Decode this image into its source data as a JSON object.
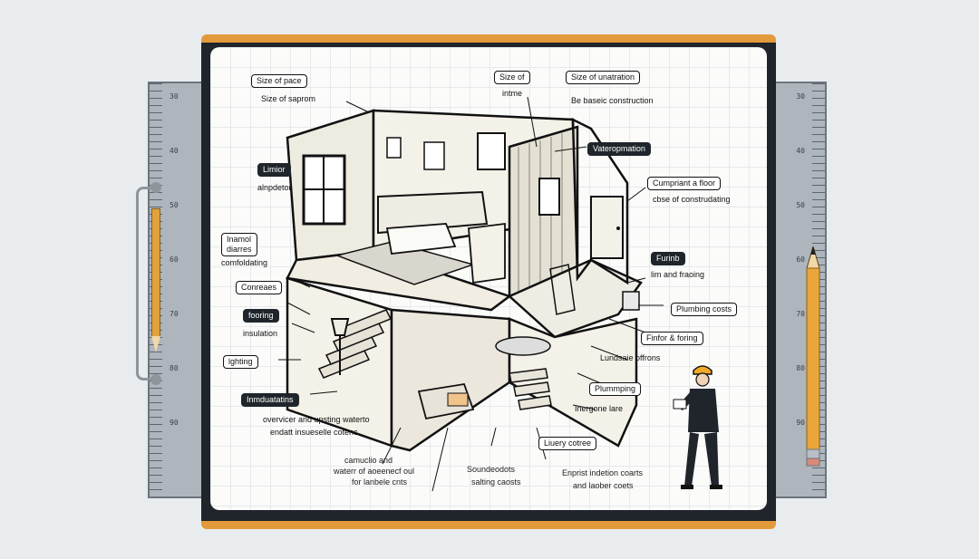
{
  "labels": {
    "size_of_pace": "Size of pace",
    "size_of_saprom": "Size of saprom",
    "size_of_top": "Size of",
    "intime": "intme",
    "size_of_unatration": "Size of unatration",
    "be_basic_construction": "Be baseic construction",
    "vateropmation": "Vateropmation",
    "compriant_floor": "Cumpriant a floor",
    "cost_of_constructing": "cbse of construdating",
    "limior": "Limior",
    "alnpdetor": "alnpdetor",
    "internal_diarres": "Inamol\ndiarres",
    "comfoldating": "comfoldating",
    "furinb": "Furinb",
    "lim_and_flooing": "lim and fraoing",
    "contraes": "Conreaes",
    "plumbing_costs": "Plumbing costs",
    "fooring": "fooring",
    "insulation": "insulation",
    "finfor_foring": "Finfor & foring",
    "lighting": "lghting",
    "landscape_offrons": "Lundsaie offrons",
    "plumming": "Plummping",
    "inductains": "Inmduatatins",
    "energone_larre": "Inergone lare",
    "overvier_and_upstting": "overvicer and upsting waterto",
    "endant_insurelle": "endatt insueselle cotenc",
    "libery_cotree": "Liuery cotree",
    "camucllo": "camuclio and",
    "water_of_aoccneof": "waterr of aoeenecf oul",
    "for_lanbelc": "for lanbele cnts",
    "sounddoots": "Soundeodots",
    "salting_costs": "salting caosts",
    "enprist": "Enprist indetion coarts",
    "and_laober": "and laober coets"
  },
  "ruler_left_numbers": [
    "30",
    "40",
    "50",
    "60",
    "70",
    "80",
    "90"
  ],
  "ruler_right_numbers": [
    "30",
    "40",
    "50",
    "60",
    "70",
    "80",
    "90"
  ],
  "colors": {
    "accent": "#e39a3b",
    "board": "#1f252b",
    "sheet": "#fbfbfa",
    "ruler": "#aeb5bd",
    "worker_helmet": "#f0a92b"
  },
  "icons": [
    "pencil-icon",
    "worker-figure-icon",
    "ruler-icon"
  ]
}
